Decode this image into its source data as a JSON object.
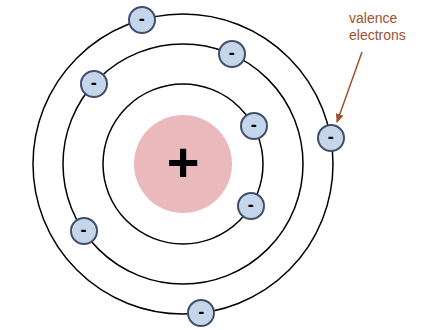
{
  "diagram": {
    "nodes": [
      {
        "text": [
          "-"
        ]
      },
      {
        "text": [
          "-"
        ]
      },
      {
        "text": [
          "-"
        ]
      },
      {
        "text": [
          "-"
        ]
      },
      {
        "text": [
          "-"
        ]
      },
      {
        "text": [
          "+"
        ]
      },
      {
        "text": [
          "-"
        ]
      },
      {
        "text": [
          "-"
        ]
      },
      {
        "text": [
          "-"
        ]
      }
    ],
    "labels": [
      "valence electrons"
    ]
  }
}
